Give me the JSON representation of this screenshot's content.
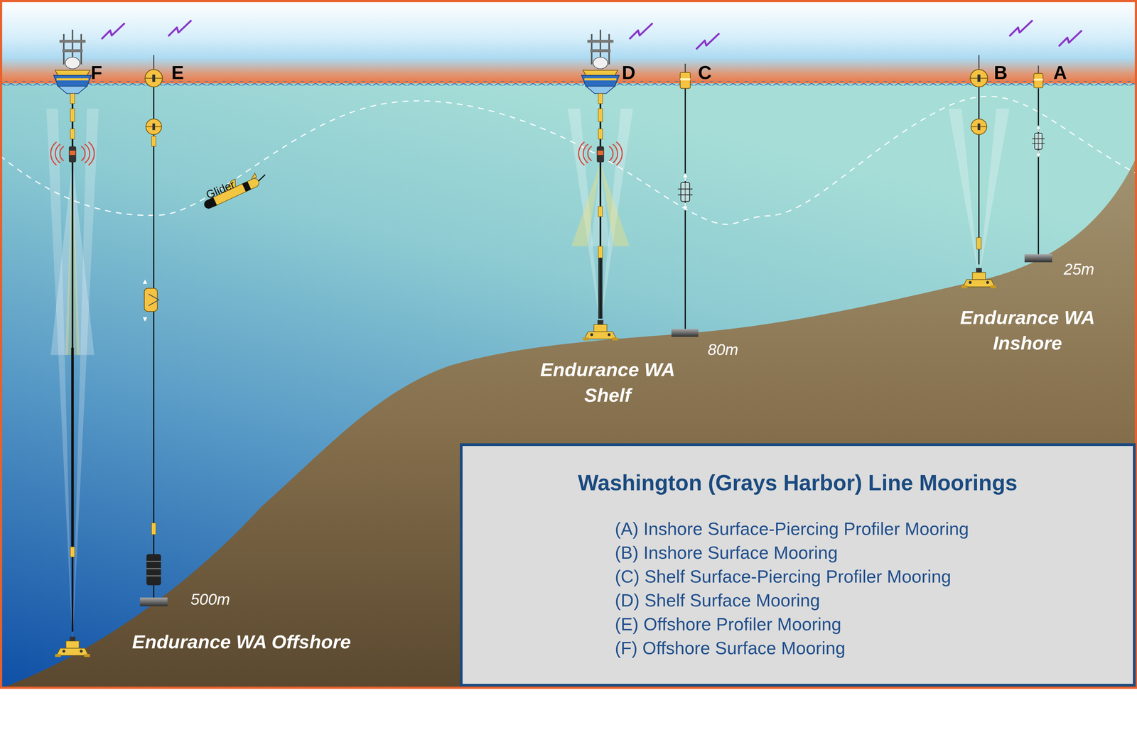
{
  "diagram": {
    "nodes": [
      {
        "text": [
          "Washington (Grays Harbor) Line Moorings",
          "(A) Inshore Surface-Piercing Profiler Mooring",
          "(B) Inshore Surface Mooring",
          "(C) Shelf Surface-Piercing Profiler Mooring",
          "(D) Shelf Surface Mooring",
          "(E) Offshore Profiler Mooring",
          "(F) Offshore Surface Mooring"
        ]
      }
    ],
    "labels": [
      "F",
      "E",
      "D",
      "C",
      "B",
      "A",
      "Glider",
      "500m",
      "80m",
      "25m",
      "Endurance WA Offshore",
      "Endurance WA Shelf",
      "Endurance WA Inshore"
    ]
  }
}
